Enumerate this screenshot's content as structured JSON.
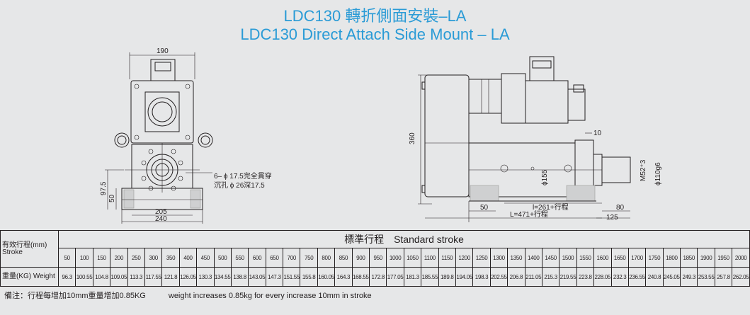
{
  "title": {
    "zh": "LDC130 轉折側面安裝–LA",
    "en": "LDC130 Direct Attach Side Mount – LA"
  },
  "front_view": {
    "dim_top_width": "190",
    "hole_note_1": "6– ϕ 17.5完全貫穿",
    "hole_note_2": "沉孔 ϕ 26深17.5",
    "dim_97_5": "97.5",
    "dim_50": "50",
    "dim_205": "205",
    "dim_240": "240"
  },
  "side_view": {
    "dim_360": "360",
    "dim_10": "10",
    "dim_phi155": "ϕ155",
    "dim_m52": "M52⁺3",
    "dim_phi110": "ϕ110g6",
    "dim_l_261": "l=261+行程",
    "dim_50": "50",
    "dim_80": "80",
    "dim_L_471": "L=471+行程",
    "dim_125": "125"
  },
  "table": {
    "row_label_stroke": "有效行程(mm) Stroke",
    "header": "標準行程　Standard stroke",
    "row_label_weight": "重量(KG) Weight",
    "strokes": [
      "50",
      "100",
      "150",
      "200",
      "250",
      "300",
      "350",
      "400",
      "450",
      "500",
      "550",
      "600",
      "650",
      "700",
      "750",
      "800",
      "850",
      "900",
      "950",
      "1000",
      "1050",
      "1100",
      "1150",
      "1200",
      "1250",
      "1300",
      "1350",
      "1400",
      "1450",
      "1500",
      "1550",
      "1600",
      "1650",
      "1700",
      "1750",
      "1800",
      "1850",
      "1900",
      "1950",
      "2000"
    ],
    "weights": [
      "96.3",
      "100.55",
      "104.8",
      "109.05",
      "113.3",
      "117.55",
      "121.8",
      "126.05",
      "130.3",
      "134.55",
      "138.8",
      "143.05",
      "147.3",
      "151.55",
      "155.8",
      "160.05",
      "164.3",
      "168.55",
      "172.8",
      "177.05",
      "181.3",
      "185.55",
      "189.8",
      "194.05",
      "198.3",
      "202.55",
      "206.8",
      "211.05",
      "215.3",
      "219.55",
      "223.8",
      "228.05",
      "232.3",
      "236.55",
      "240.8",
      "245.05",
      "249.3",
      "253.55",
      "257.8",
      "262.05"
    ]
  },
  "note": {
    "zh": "備注：行程每增加10mm重量增加0.85KG",
    "en": "weight increases 0.85kg for every increase 10mm in stroke"
  }
}
